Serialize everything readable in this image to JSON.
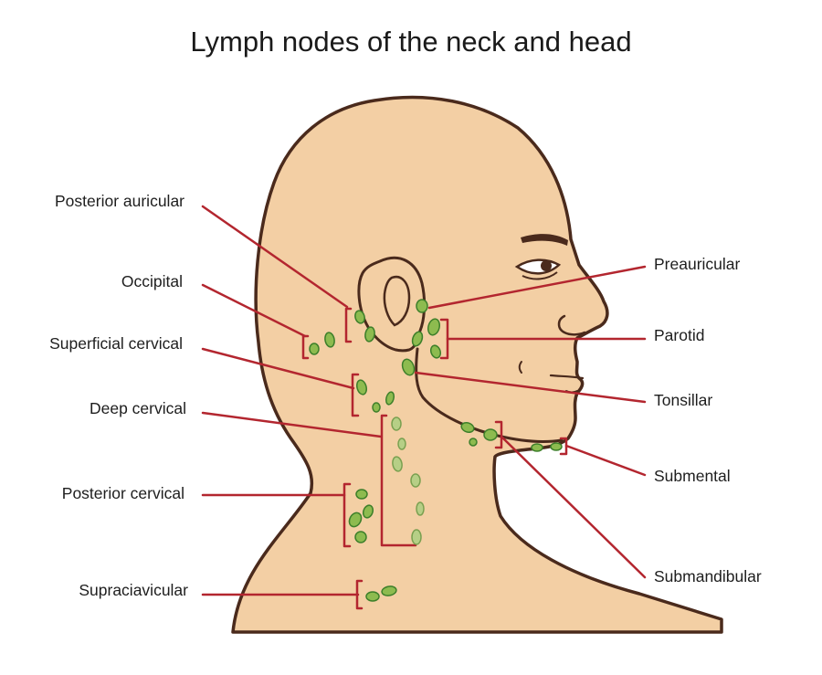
{
  "title": "Lymph nodes of the neck and head",
  "labels": {
    "posterior_auricular": "Posterior auricular",
    "occipital": "Occipital",
    "superficial_cervical": "Superficial cervical",
    "deep_cervical": "Deep cervical",
    "posterior_cervical": "Posterior cervical",
    "supraclavicular": "Supraciavicular",
    "preauricular": "Preauricular",
    "parotid": "Parotid",
    "tonsillar": "Tonsillar",
    "submental": "Submental",
    "submandibular": "Submandibular"
  },
  "colors": {
    "skin": "#f3cfa4",
    "outline": "#4a2a1c",
    "leader": "#b3262f",
    "node_fill": "#8dbb4f",
    "node_stroke": "#3d7f2a",
    "node_pale": "#b6cf86",
    "text": "#1e1e1e"
  }
}
